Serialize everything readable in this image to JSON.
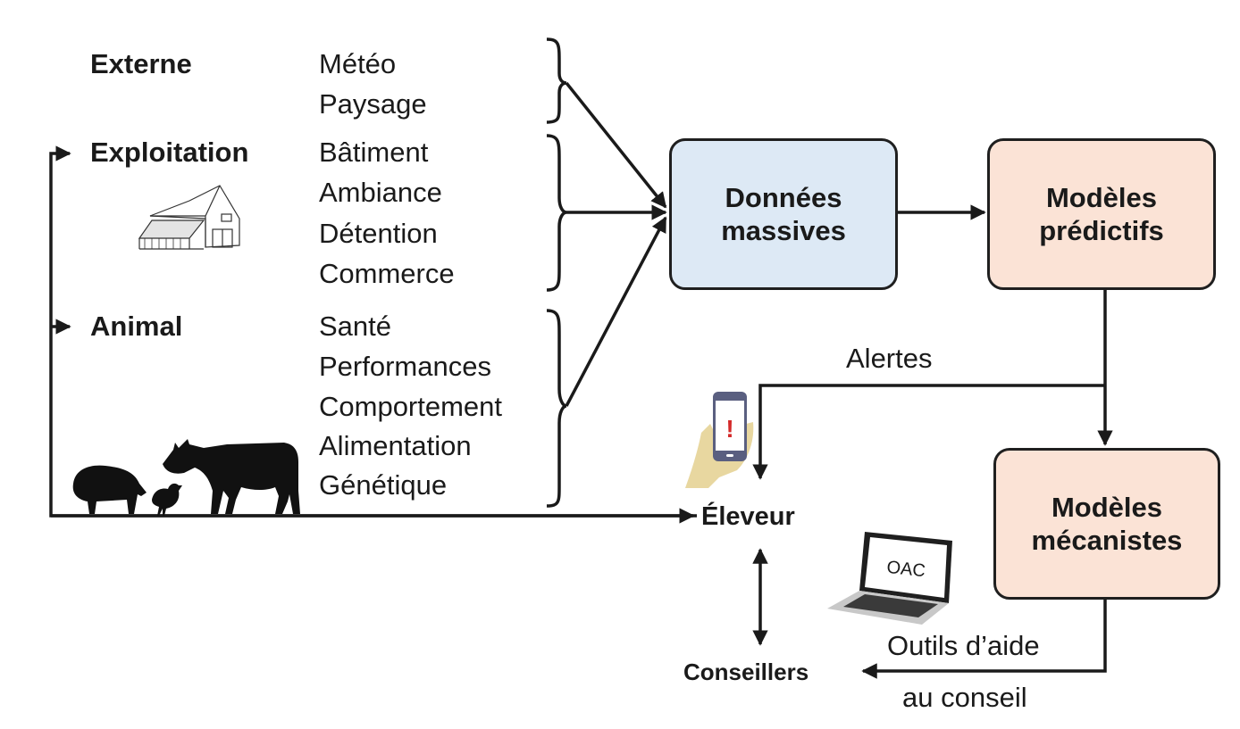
{
  "diagram": {
    "sources": [
      {
        "category": "Externe",
        "items": [
          "Météo",
          "Paysage"
        ]
      },
      {
        "category": "Exploitation",
        "items": [
          "Bâtiment",
          "Ambiance",
          "Détention",
          "Commerce"
        ]
      },
      {
        "category": "Animal",
        "items": [
          "Santé",
          "Performances",
          "Comportement",
          "Alimentation",
          "Génétique"
        ]
      }
    ],
    "boxes": {
      "big_data": {
        "line1": "Données",
        "line2": "massives",
        "color": "#dde9f5"
      },
      "predictive_models": {
        "line1": "Modèles",
        "line2": "prédictifs",
        "color": "#fbe3d6"
      },
      "mechanistic_models": {
        "line1": "Modèles",
        "line2": "mécanistes",
        "color": "#fbe3d6"
      }
    },
    "actors": {
      "farmer": "Éleveur",
      "advisors": "Conseillers"
    },
    "edge_labels": {
      "alerts": "Alertes",
      "tools_line1": "Outils d’aide",
      "tools_line2": "au conseil"
    },
    "icons": {
      "farm_building": "farm-building-sketch",
      "animals": "pig-chicken-cow-silhouettes",
      "phone": "smartphone-alert-in-hand",
      "phone_alert_symbol": "!",
      "laptop": "laptop",
      "laptop_screen_text": "OAC"
    }
  }
}
